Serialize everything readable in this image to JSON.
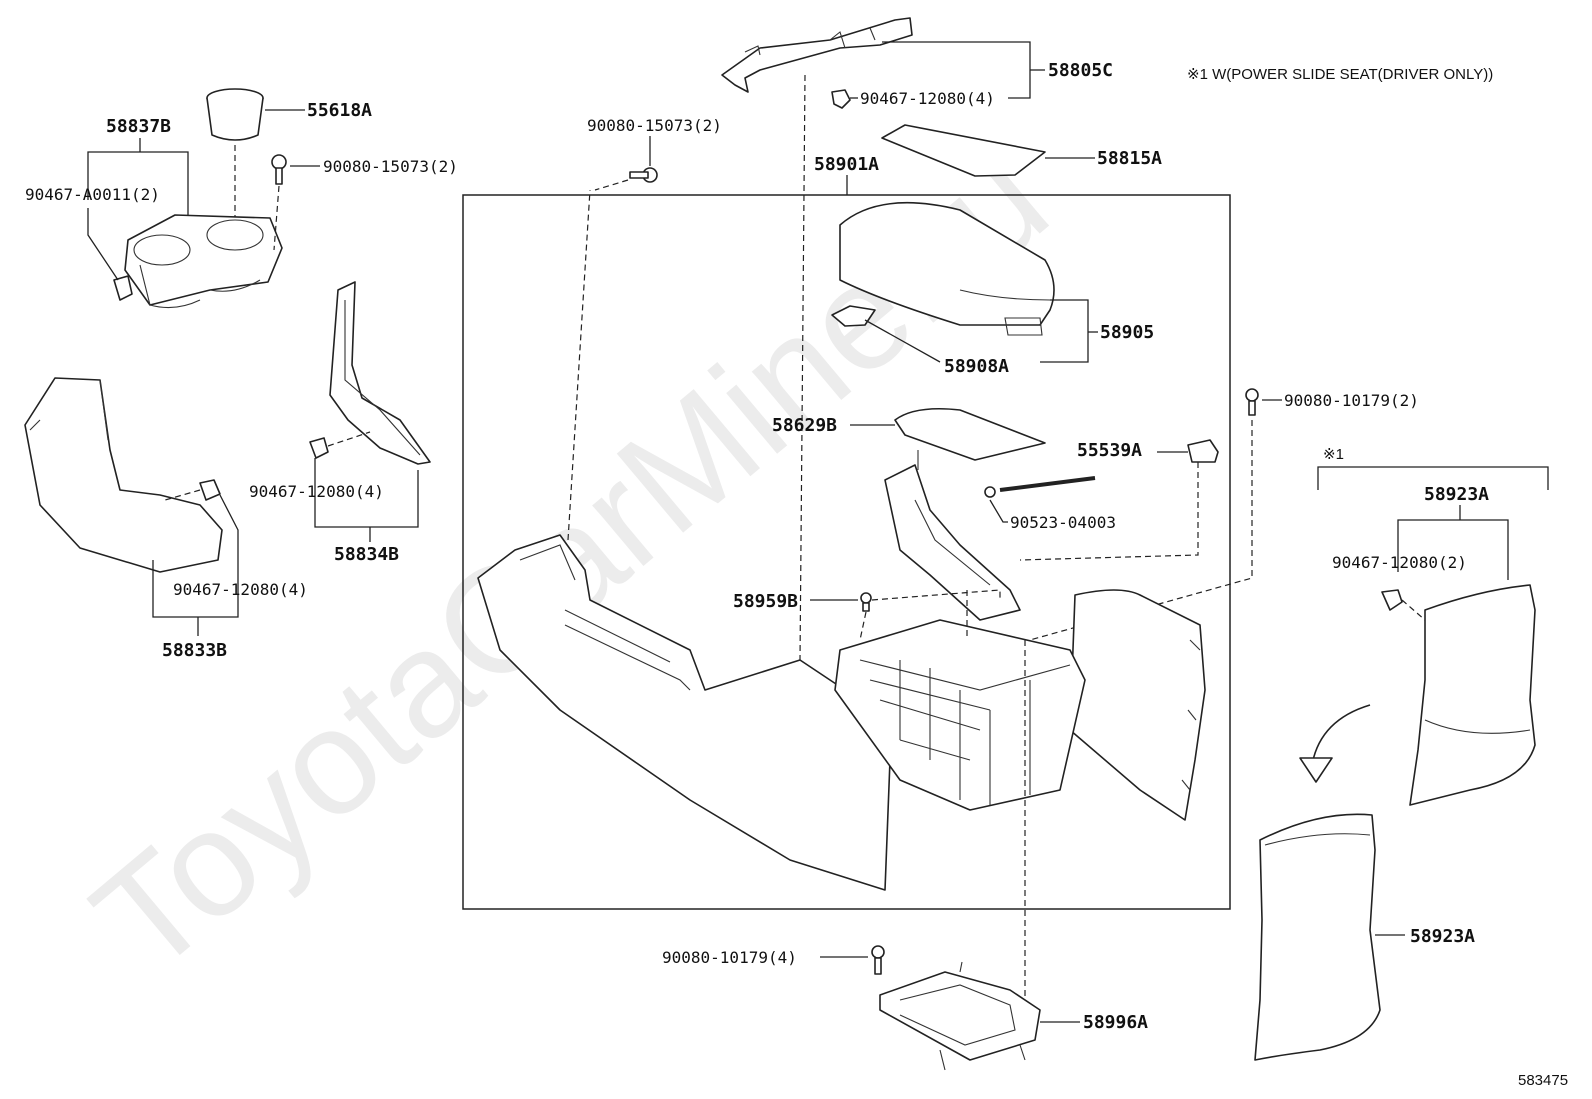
{
  "watermark": "ToyotaCarMine.ru",
  "note": "※1 W(POWER SLIDE SEAT(DRIVER ONLY))",
  "note_ref": "※1",
  "reference": "583475",
  "labels": {
    "p58805c": "58805C",
    "p90467_12080_4_top": "90467-12080(4)",
    "p58815a": "58815A",
    "p58901a": "58901A",
    "p90080_15073_2_mid": "90080-15073(2)",
    "p58905": "58905",
    "p58908a": "58908A",
    "p58629b": "58629B",
    "p55539a": "55539A",
    "p90080_10179_2": "90080-10179(2)",
    "p90523_04003": "90523-04003",
    "p58959b": "58959B",
    "p58923a_top": "58923A",
    "p90467_12080_2": "90467-12080(2)",
    "p58923a_bot": "58923A",
    "p90080_10179_4": "90080-10179(4)",
    "p58996a": "58996A",
    "p55618a": "55618A",
    "p58837b": "58837B",
    "p90080_15073_2_left": "90080-15073(2)",
    "p90467_a0011_2": "90467-A0011(2)",
    "p90467_12080_4_mid": "90467-12080(4)",
    "p58834b": "58834B",
    "p90467_12080_4_left": "90467-12080(4)",
    "p58833b": "58833B"
  }
}
